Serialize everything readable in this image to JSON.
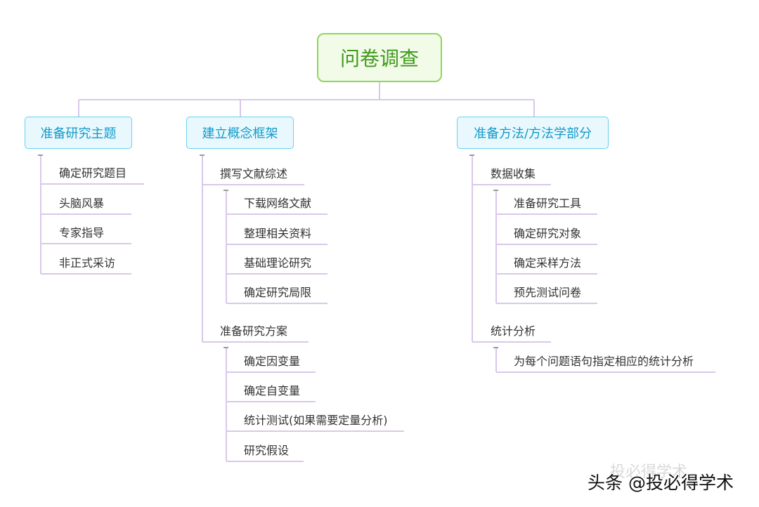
{
  "root": {
    "label": "问卷调查"
  },
  "branches": {
    "b1": {
      "label": "准备研究主题",
      "items": [
        "确定研究题目",
        "头脑风暴",
        "专家指导",
        "非正式采访"
      ]
    },
    "b2": {
      "label": "建立概念框架",
      "groups": [
        {
          "label": "撰写文献综述",
          "items": [
            "下载网络文献",
            "整理相关资料",
            "基础理论研究",
            "确定研究局限"
          ]
        },
        {
          "label": "准备研究方案",
          "items": [
            "确定因变量",
            "确定自变量",
            "统计测试(如果需要定量分析)",
            "研究假设"
          ]
        }
      ]
    },
    "b3": {
      "label": "准备方法/方法学部分",
      "groups": [
        {
          "label": "数据收集",
          "items": [
            "准备研究工具",
            "确定研究对象",
            "确定采样方法",
            "预先测试问卷"
          ]
        },
        {
          "label": "统计分析",
          "items": [
            "为每个问题语句指定相应的统计分析"
          ]
        }
      ]
    }
  },
  "watermark": {
    "text": "头条 @投必得学术",
    "ghost_text": "投必得学术"
  },
  "colors": {
    "root_border": "#8fd65c",
    "root_text": "#3f9a1c",
    "branch_border": "#69d1ee",
    "branch_text": "#139ac9",
    "connector": "#d9c8ea"
  }
}
